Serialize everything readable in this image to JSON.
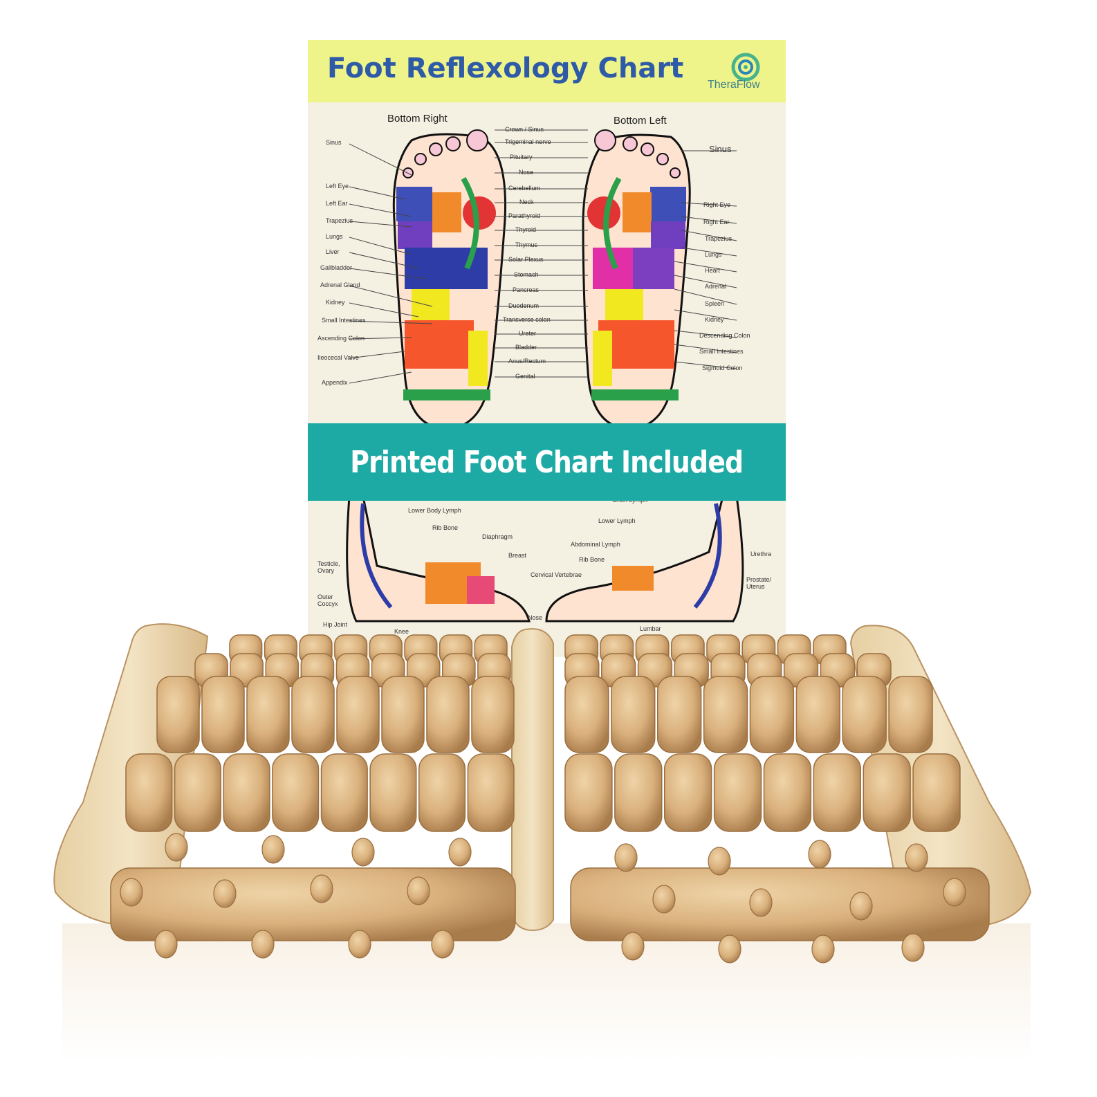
{
  "chart_card": {
    "title": "Foot Reflexology Chart",
    "brand": "TheraFlow",
    "bottom_right_label": "Bottom Right",
    "bottom_left_label": "Bottom Left",
    "right_foot_left_labels": [
      "Sinus",
      "Left Eye",
      "Left Ear",
      "Trapezius",
      "Lungs",
      "Liver",
      "Gallbladder",
      "Adrenal Gland",
      "Kidney",
      "Small Intestines",
      "Ascending Colon",
      "Ileocecal Valve",
      "Appendix"
    ],
    "center_labels": [
      "Crown / Sinus",
      "Trigeminal nerve",
      "Pituitary",
      "Nose",
      "Cerebellum",
      "Neck",
      "Parathyroid",
      "Thyroid",
      "Thymus",
      "Solar Plexus",
      "Stomach",
      "Pancreas",
      "Duodenum",
      "Transverse colon",
      "Ureter",
      "Bladder",
      "Anus/Rectum",
      "Genital"
    ],
    "left_foot_right_labels": [
      "Sinus",
      "Right Eye",
      "Right Ear",
      "Trapezius",
      "Lungs",
      "Heart",
      "Adrenal",
      "Spleen",
      "Kidney",
      "Descending Colon",
      "Small Intestines",
      "Sigmoid Colon"
    ],
    "side_labels_left": [
      "Lower Body Lymph",
      "Rib Bone",
      "Diaphragm",
      "Breast",
      "Testicle, Ovary",
      "Outer Coccyx",
      "Hip Joint",
      "Knee"
    ],
    "side_labels_right": [
      "Groin Lymph",
      "Lower Lymph",
      "Abdominal Lymph",
      "Rib Bone",
      "Cervical Vertebrae",
      "Urethra",
      "Prostate/ Uterus",
      "Nose",
      "Lumbar"
    ]
  },
  "banner": {
    "text": "Printed Foot Chart Included",
    "color": "#1eaaa4"
  },
  "colors": {
    "header_bg": "#eef48a",
    "title": "#2e5aa8",
    "wood_light": "#e8cfa5",
    "wood_dark": "#c79d6b"
  }
}
